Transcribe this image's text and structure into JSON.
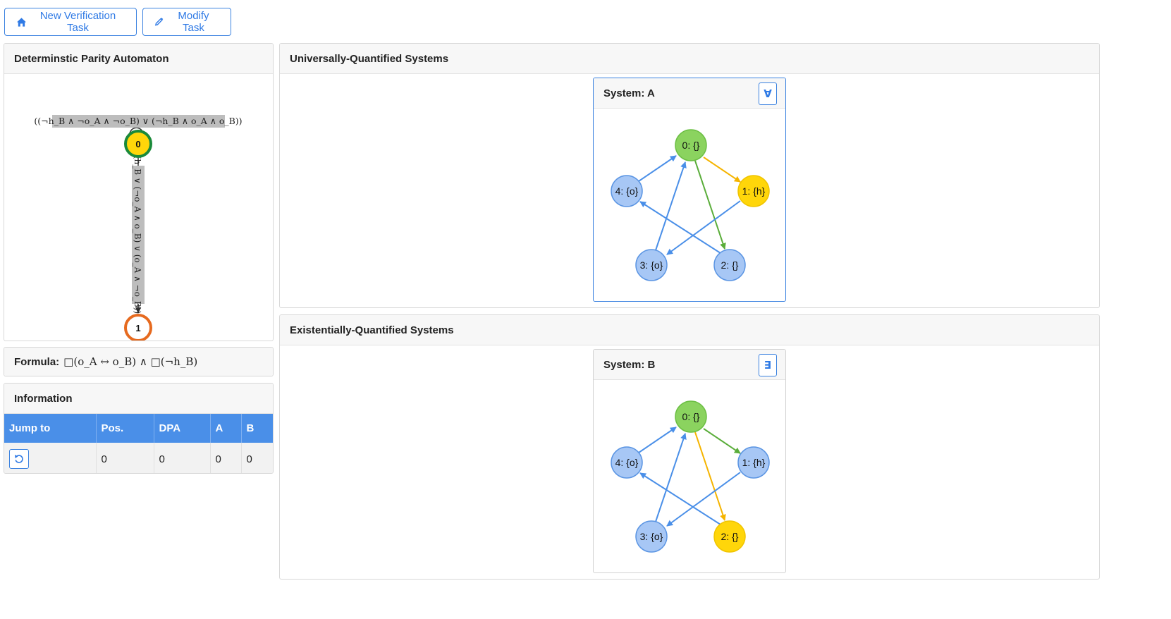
{
  "toolbar": {
    "new_task_label": "New Verification Task",
    "modify_task_label": "Modify Task",
    "new_task_icon": "home-icon",
    "modify_task_icon": "pencil-icon"
  },
  "dpa": {
    "title": "Determinstic Parity Automaton",
    "self_loop_label": "((¬h_B ∧ ¬o_A ∧ ¬o_B) ∨ (¬h_B ∧ o_A ∧ o_B))",
    "transition_label": "(h_B ∨ (¬o_A ∧ o_B) ∨ (o_A ∧ ¬o_B))",
    "state0": "0",
    "state1": "1",
    "state1_loop_label": "⊤"
  },
  "formula": {
    "label": "Formula:",
    "text": "□(o_A ↔ o_B) ∧ □(¬h_B)"
  },
  "info": {
    "title": "Information",
    "columns": [
      "Jump to",
      "Pos.",
      "DPA",
      "A",
      "B"
    ],
    "rows": [
      {
        "jump_icon": "undo-icon",
        "pos": "0",
        "dpa": "0",
        "a": "0",
        "b": "0"
      }
    ]
  },
  "universal": {
    "title": "Universally-Quantified Systems",
    "system_title": "System: A",
    "quantifier": "∀",
    "nodes": [
      "0: {}",
      "1: {h}",
      "2: {}",
      "3: {o}",
      "4: {o}"
    ]
  },
  "existential": {
    "title": "Existentially-Quantified Systems",
    "system_title": "System: B",
    "quantifier": "∃",
    "nodes": [
      "0: {}",
      "1: {h}",
      "2: {}",
      "3: {o}",
      "4: {o}"
    ]
  },
  "colors": {
    "accent": "#3b82e0",
    "node_green": "#8bd35f",
    "node_yellow": "#ffd60a",
    "node_blue": "#a7c7f5",
    "edge_blue": "#4a8fe8",
    "edge_orange": "#f5b400",
    "edge_green": "#5aad3a"
  }
}
